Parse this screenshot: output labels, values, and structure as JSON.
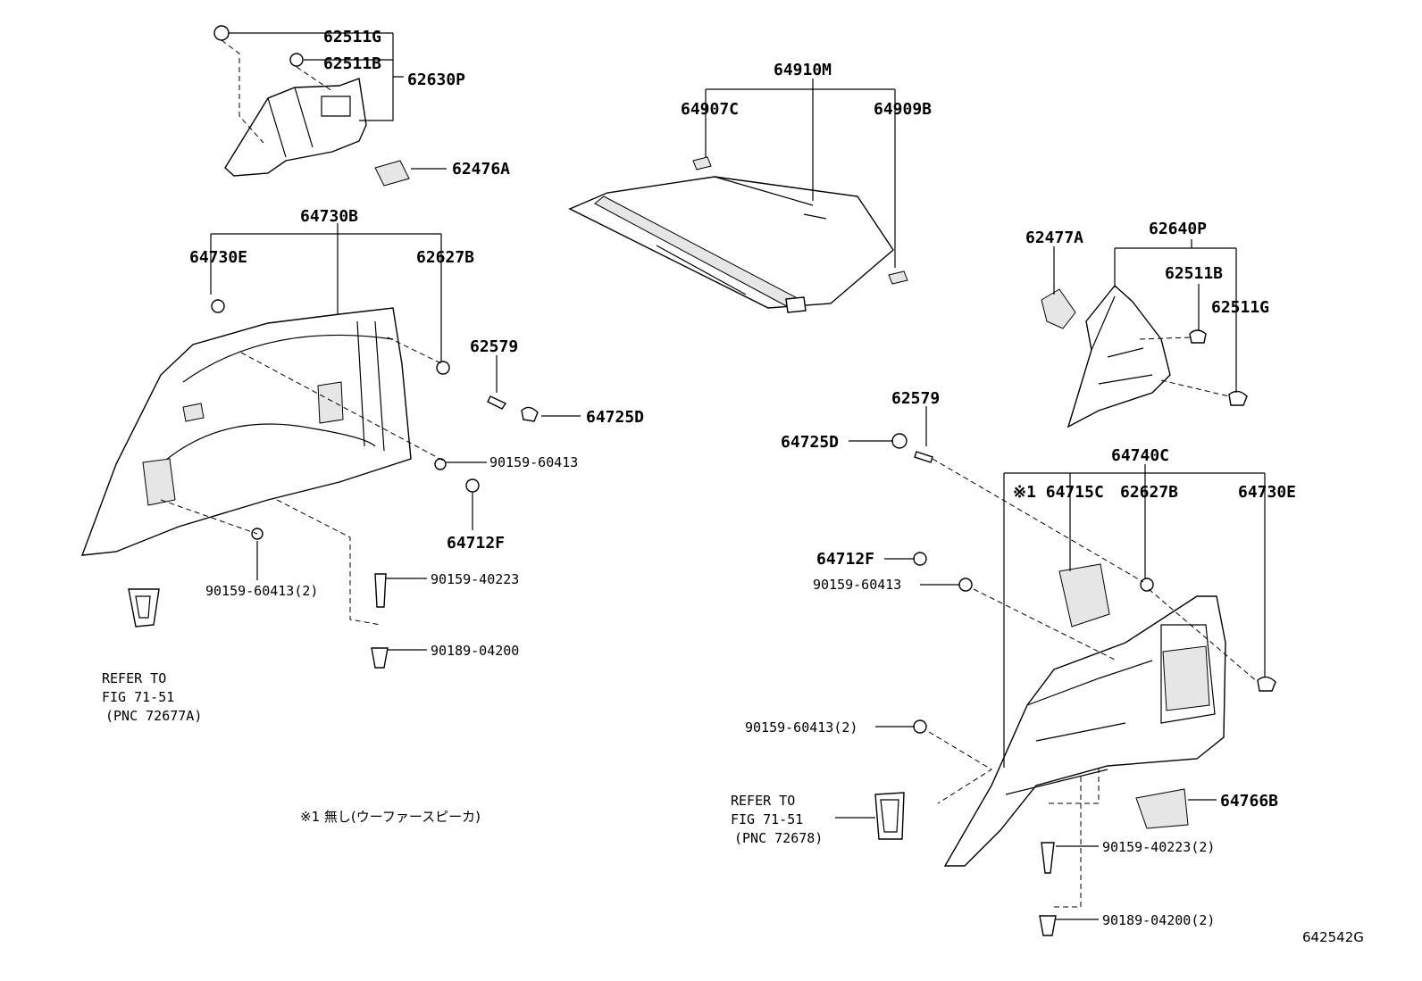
{
  "part_labels": {
    "p62511G_top": "62511G",
    "p62511B_top": "62511B",
    "p62630P": "62630P",
    "p62476A": "62476A",
    "p64910M": "64910M",
    "p64907C": "64907C",
    "p64909B": "64909B",
    "p64730B": "64730B",
    "p64730E_left": "64730E",
    "p62627B_left": "62627B",
    "p62579_left": "62579",
    "p64725D_left": "64725D",
    "p90159_60413_left": "90159-60413",
    "p64712F_left": "64712F",
    "p90159_60413_2_left": "90159-60413(2)",
    "p90159_40223_left": "90159-40223",
    "p90189_04200_left": "90189-04200",
    "p62477A": "62477A",
    "p62640P": "62640P",
    "p62511B_right": "62511B",
    "p62511G_right": "62511G",
    "p62579_right": "62579",
    "p64725D_right": "64725D",
    "p64740C": "64740C",
    "p64715C": "※1 64715C",
    "p62627B_right": "62627B",
    "p64730E_right": "64730E",
    "p64712F_right": "64712F",
    "p90159_60413_right": "90159-60413",
    "p90159_60413_2_right": "90159-60413(2)",
    "p64766B": "64766B",
    "p90159_40223_2_right": "90159-40223(2)",
    "p90189_04200_2_right": "90189-04200(2)"
  },
  "refer_left": [
    "REFER TO",
    "FIG 71-51",
    "(PNC 72677A)"
  ],
  "refer_right": [
    "REFER TO",
    "FIG 71-51",
    "(PNC 72678)"
  ],
  "note": "※1 無し(ウーファースピーカ)",
  "diagram_id": "642542G"
}
